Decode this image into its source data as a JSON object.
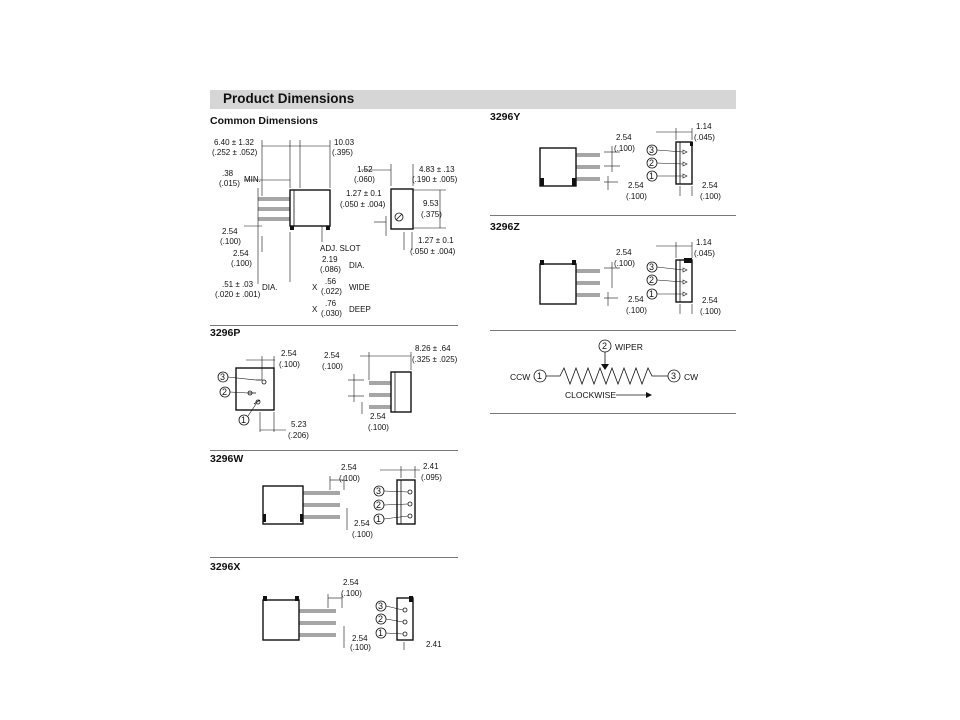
{
  "header": {
    "title": "Product Dimensions"
  },
  "common": {
    "title": "Common Dimensions",
    "d1": "6.40 ± 1.32",
    "d1i": "(.252 ± .052)",
    "d2": "10.03",
    "d2i": "(.395)",
    "min": ".38",
    "mini": "(.015)",
    "min_label": "MIN.",
    "d3": "1.52",
    "d3i": "(.060)",
    "d4": "4.83 ± .13",
    "d4i": "(.190 ± .005)",
    "d5": "1.27 ± 0.1",
    "d5i": "(.050 ± .004)",
    "d6": "9.53",
    "d6i": "(.375)",
    "d7": "2.54",
    "d7i": "(.100)",
    "d8": "2.54",
    "d8i": "(.100)",
    "d9": "1.27 ± 0.1",
    "d9i": "(.050 ± .004)",
    "adj_slot": "ADJ. SLOT",
    "d10": "2.19",
    "d10i": "(.086)",
    "dia": "DIA.",
    "d11": ".51 ± .03",
    "d11i": "(.020 ± .001)",
    "dia2": "DIA.",
    "x": "X",
    "d12": ".56",
    "d12i": "(.022)",
    "wide": "WIDE",
    "d13": ".76",
    "d13i": "(.030)",
    "deep": "DEEP"
  },
  "p": {
    "title": "3296P",
    "a": "2.54",
    "ai": "(.100)",
    "b": "2.54",
    "bi": "(.100)",
    "c": "8.26 ± .64",
    "ci": "(.325 ± .025)",
    "d": "5.23",
    "di": "(.206)",
    "e": "2.54",
    "ei": "(.100)",
    "pin1": "1",
    "pin2": "2",
    "pin3": "3"
  },
  "w": {
    "title": "3296W",
    "a": "2.54",
    "ai": "(.100)",
    "b": "2.41",
    "bi": "(.095)",
    "c": "2.54",
    "ci": "(.100)",
    "pin1": "1",
    "pin2": "2",
    "pin3": "3"
  },
  "x": {
    "title": "3296X",
    "a": "2.54",
    "ai": "(.100)",
    "c": "2.54",
    "ci": "(.100)",
    "b": "2.41",
    "pin1": "1",
    "pin2": "2",
    "pin3": "3"
  },
  "y": {
    "title": "3296Y",
    "a": "1.14",
    "ai": "(.045)",
    "b": "2.54",
    "bi": "(.100)",
    "c": "2.54",
    "ci": "(.100)",
    "d": "2.54",
    "di": "(.100)",
    "pin1": "1",
    "pin2": "2",
    "pin3": "3"
  },
  "z": {
    "title": "3296Z",
    "a": "1.14",
    "ai": "(.045)",
    "b": "2.54",
    "bi": "(.100)",
    "c": "2.54",
    "ci": "(.100)",
    "d": "2.54",
    "di": "(.100)",
    "pin1": "1",
    "pin2": "2",
    "pin3": "3"
  },
  "schematic": {
    "ccw": "CCW",
    "cw": "CW",
    "wiper": "WIPER",
    "clockwise": "CLOCKWISE",
    "pin1": "1",
    "pin2": "2",
    "pin3": "3"
  }
}
